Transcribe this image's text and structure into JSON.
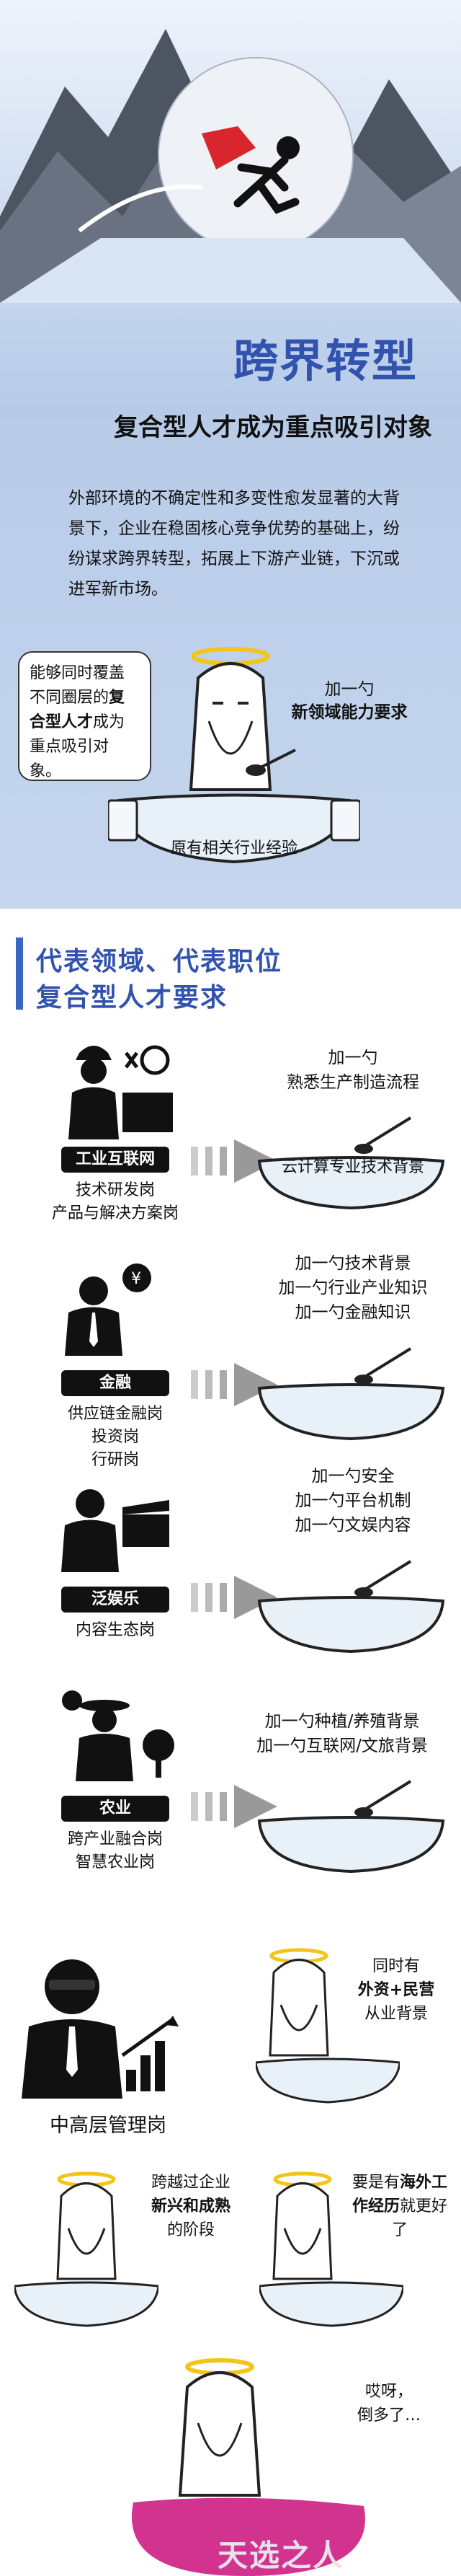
{
  "hero": {
    "title": "跨界转型",
    "subtitle": "复合型人才成为重点吸引对象",
    "intro": "外部环境的不确定性和多变性愈发显著的大背景下，企业在稳固核心竞争优势的基础上，纷纷谋求跨界转型，拓展上下游产业链，下沉或进军新市场。",
    "bubble_prefix": "能够同时覆盖不同圈层的",
    "bubble_bold": "复合型人才",
    "bubble_suffix": "成为重点吸引对象。",
    "spoon_note_line1": "加一勺",
    "spoon_note_line2": "新领域能力要求",
    "bowl_label": "原有相关行业经验"
  },
  "section": {
    "line1": "代表领域、代表职位",
    "line2": "复合型人才要求"
  },
  "domains": [
    {
      "label": "工业互联网",
      "roles": [
        "技术研发岗",
        "产品与解决方案岗"
      ],
      "notes": [
        "加一勺",
        "熟悉生产制造流程"
      ],
      "bowl_label": "云计算专业技术背景",
      "icon": "industrial-internet-icon"
    },
    {
      "label": "金融",
      "roles": [
        "供应链金融岗",
        "投资岗",
        "行研岗"
      ],
      "notes": [
        "加一勺技术背景",
        "加一勺行业产业知识",
        "加一勺金融知识"
      ],
      "icon": "finance-icon"
    },
    {
      "label": "泛娱乐",
      "roles": [
        "内容生态岗"
      ],
      "notes": [
        "加一勺安全",
        "加一勺平台机制",
        "加一勺文娱内容"
      ],
      "icon": "entertainment-icon"
    },
    {
      "label": "农业",
      "roles": [
        "跨产业融合岗",
        "智慧农业岗"
      ],
      "notes": [
        "加一勺种植/养殖背景",
        "加一勺互联网/文旅背景"
      ],
      "icon": "agriculture-icon"
    }
  ],
  "management": {
    "label": "中高层管理岗",
    "note1_a": "同时有",
    "note1_b": "外资+民营",
    "note1_c": "从业背景",
    "note2_a": "跨越过企业",
    "note2_b": "新兴和成熟",
    "note2_c": "的阶段",
    "note3_a": "要是有",
    "note3_b": "海外工作经历",
    "note3_c": "就更好了",
    "final_line1": "哎呀，",
    "final_line2": "倒多了…",
    "stamp": "天选之人"
  },
  "colors": {
    "accent_blue": "#3153ad",
    "hero_bg": "#c1d3ec",
    "cape_red": "#d8262c",
    "halo_yellow": "#f3c51a",
    "overflow_pink": "#d2338f"
  }
}
